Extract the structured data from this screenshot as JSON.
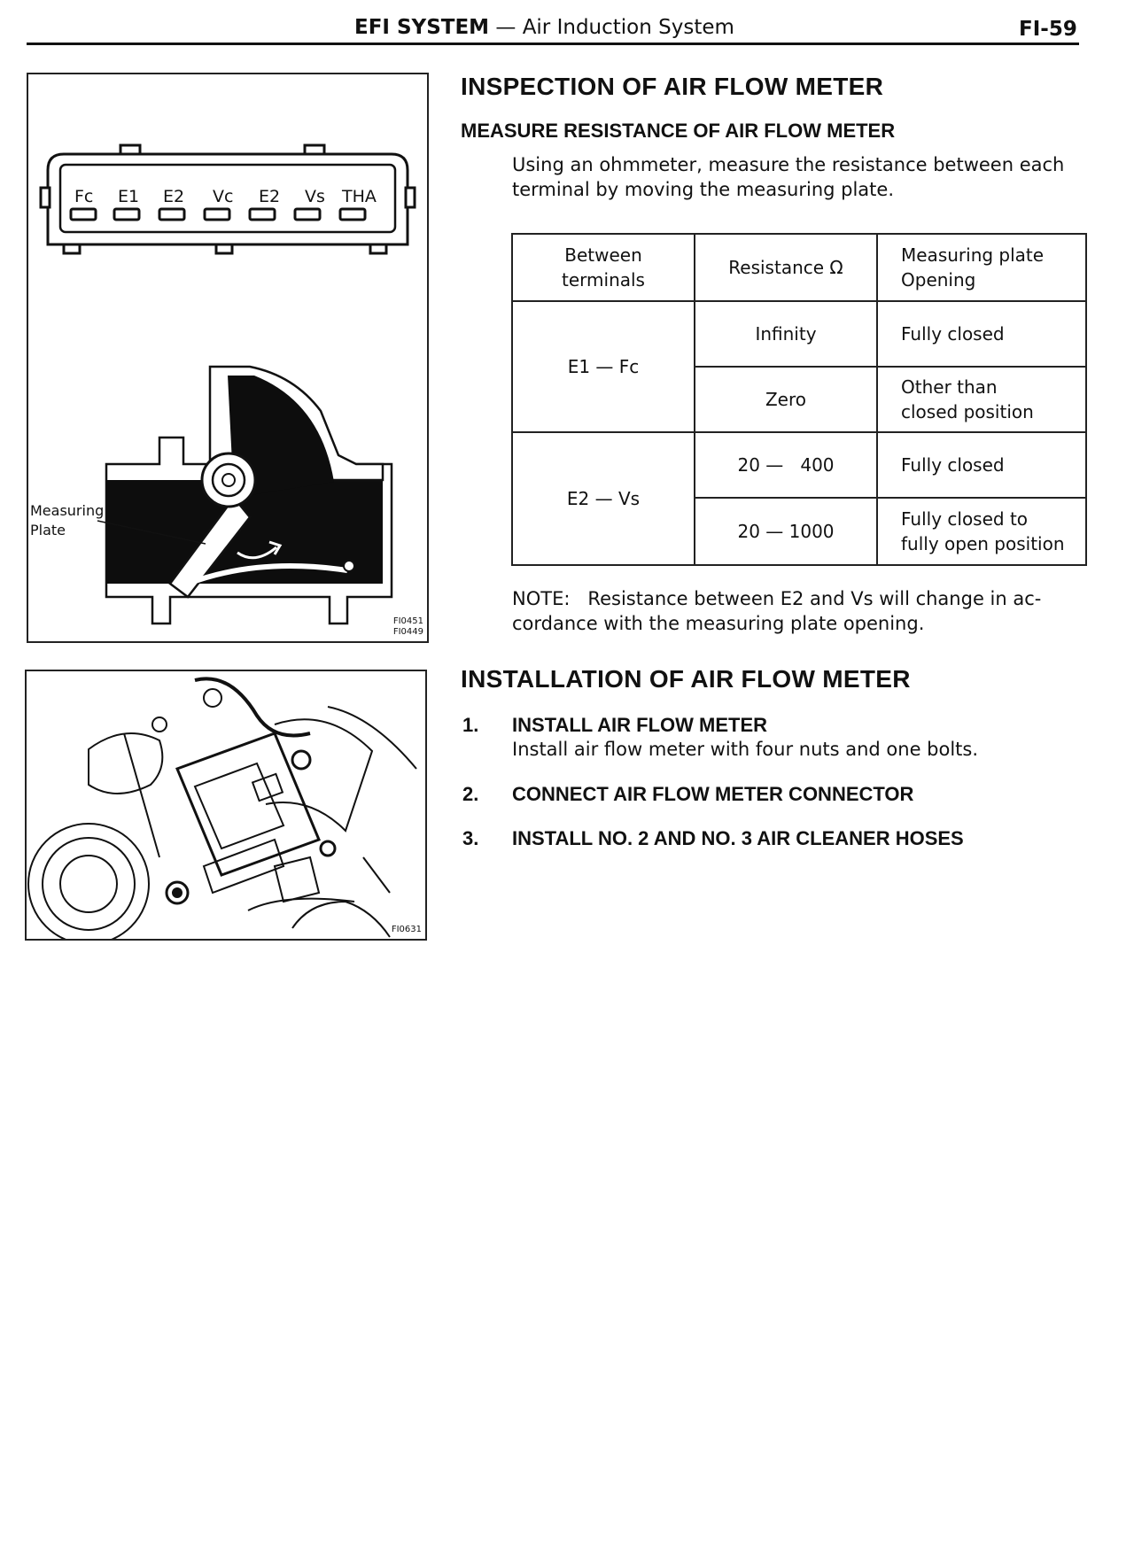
{
  "header": {
    "section": "EFI SYSTEM",
    "dash": "—",
    "subsection": "Air Induction System",
    "page": "FI-59"
  },
  "figure1": {
    "connector_terminals": [
      "Fc",
      "E1",
      "E2",
      "Vc",
      "E2",
      "Vs",
      "THA"
    ],
    "callout_line1": "Measuring",
    "callout_line2": "Plate",
    "code_line1": "FI0451",
    "code_line2": "FI0449"
  },
  "figure2": {
    "code": "FI0631"
  },
  "inspection": {
    "title": "INSPECTION OF AIR FLOW METER",
    "subtitle": "MEASURE RESISTANCE OF AIR FLOW METER",
    "para_line1": "Using an ohmmeter, measure the resistance between each",
    "para_line2": "terminal by moving the measuring plate.",
    "table": {
      "headers": {
        "col1_line1": "Between",
        "col1_line2": "terminals",
        "col2": "Resistance Ω",
        "col3_line1": "Measuring plate",
        "col3_line2": "Opening"
      },
      "group1": {
        "terminals": "E1 — Fc",
        "r1_resistance": "Infinity",
        "r1_opening": "Fully closed",
        "r2_resistance": "Zero",
        "r2_opening_line1": "Other than",
        "r2_opening_line2": "closed position"
      },
      "group2": {
        "terminals": "E2 — Vs",
        "r1_resistance": "20 —   400",
        "r1_opening": "Fully closed",
        "r2_resistance": "20 — 1000",
        "r2_opening_line1": "Fully closed to",
        "r2_opening_line2": "fully open position"
      }
    },
    "note_line1": "NOTE:   Resistance between E2 and Vs will change in ac-",
    "note_line2": "cordance with the measuring plate opening."
  },
  "installation": {
    "title": "INSTALLATION OF AIR FLOW METER",
    "steps": [
      {
        "num": "1.",
        "title": "INSTALL AIR FLOW METER",
        "body": "Install air flow meter with four nuts and one bolts."
      },
      {
        "num": "2.",
        "title": "CONNECT AIR FLOW METER CONNECTOR"
      },
      {
        "num": "3.",
        "title": "INSTALL NO. 2 AND NO. 3 AIR CLEANER HOSES"
      }
    ]
  }
}
